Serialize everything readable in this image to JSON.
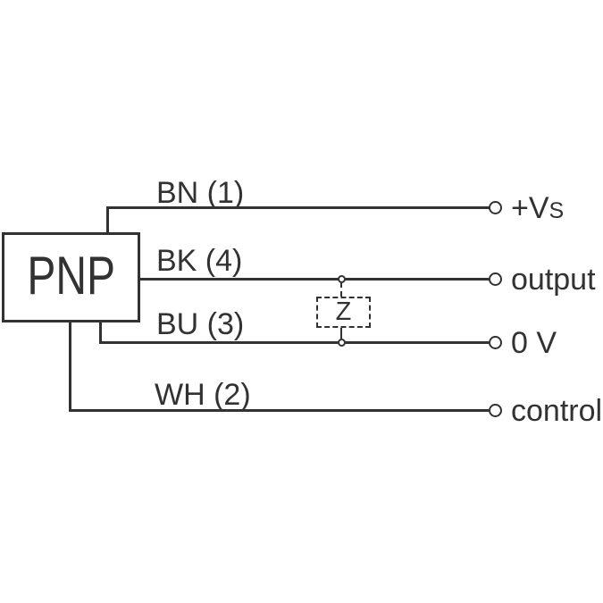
{
  "device": {
    "label": "PNP"
  },
  "impedance": {
    "label": "Z"
  },
  "wires": [
    {
      "label": "BN (1)",
      "terminal": "+V",
      "terminal_sub": "S"
    },
    {
      "label": "BK (4)",
      "terminal": "output",
      "terminal_sub": ""
    },
    {
      "label": "BU (3)",
      "terminal": "0 V",
      "terminal_sub": ""
    },
    {
      "label": "WH (2)",
      "terminal": "control",
      "terminal_sub": ""
    }
  ],
  "colors": {
    "ink": "#323232",
    "background": "#ffffff"
  }
}
